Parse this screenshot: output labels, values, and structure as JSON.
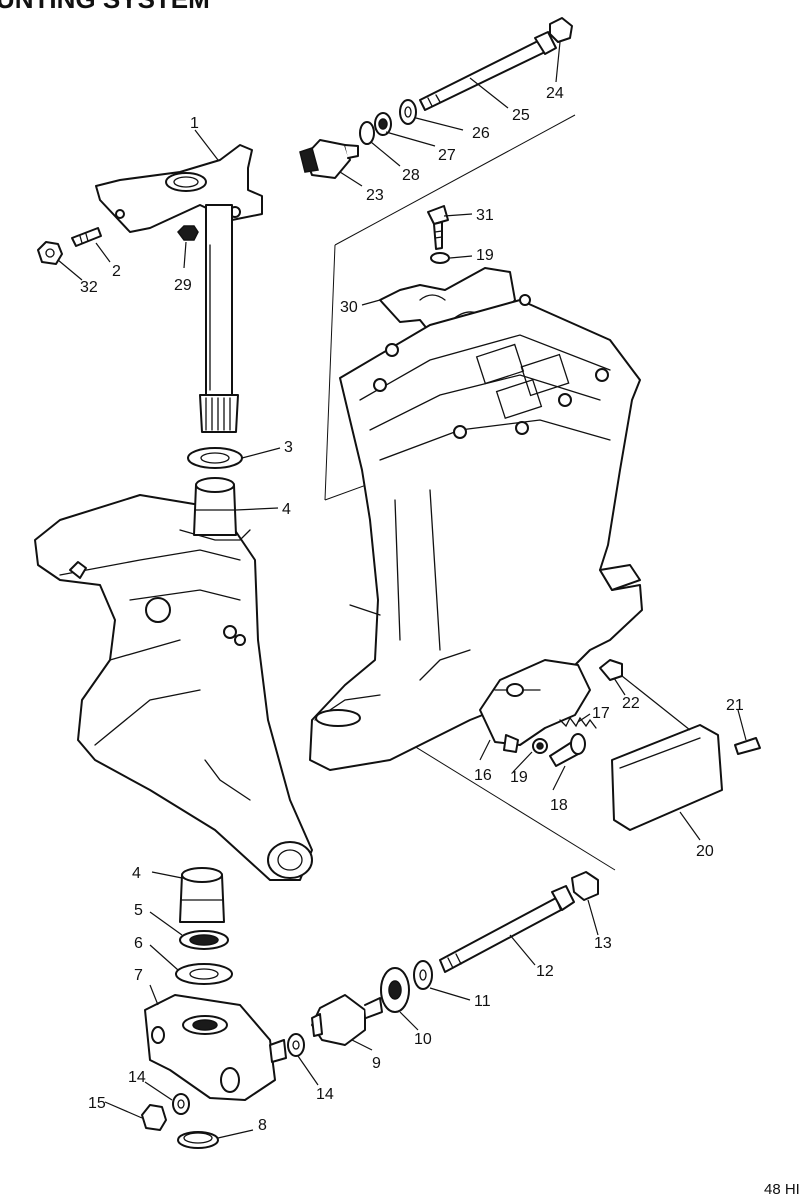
{
  "header": {
    "title_fragment": "UNTING SYSTEM"
  },
  "page_reference": "48 HI",
  "callouts": {
    "c1": "1",
    "c2": "2",
    "c3": "3",
    "c4a": "4",
    "c4b": "4",
    "c5": "5",
    "c6": "6",
    "c7": "7",
    "c8": "8",
    "c9": "9",
    "c10": "10",
    "c11": "11",
    "c12": "12",
    "c13": "13",
    "c14a": "14",
    "c14b": "14",
    "c15": "15",
    "c16": "16",
    "c17": "17",
    "c18": "18",
    "c19a": "19",
    "c19b": "19",
    "c20": "20",
    "c21": "21",
    "c22": "22",
    "c23": "23",
    "c24": "24",
    "c25": "25",
    "c26": "26",
    "c27": "27",
    "c28": "28",
    "c29": "29",
    "c30": "30",
    "c31": "31",
    "c32": "32"
  },
  "colors": {
    "ink": "#111111",
    "paper": "#ffffff"
  }
}
